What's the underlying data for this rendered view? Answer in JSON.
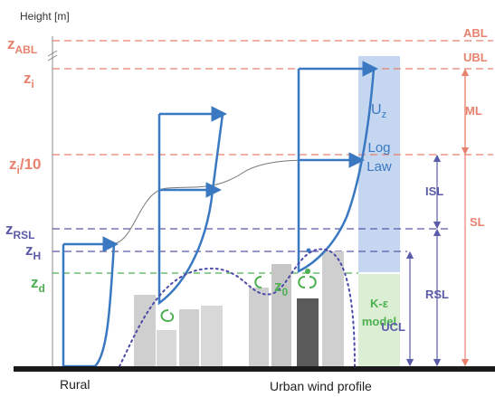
{
  "axis": {
    "y_label": "Height [m]",
    "x_label_rural": "Rural",
    "x_label_urban": "Urban wind profile"
  },
  "heights": {
    "z_abl": {
      "main": "z",
      "sub": "ABL"
    },
    "z_i": {
      "main": "z",
      "sub": "i"
    },
    "z_i_10": {
      "main": "z",
      "sub": "i",
      "suffix": "/10"
    },
    "z_rsl": {
      "main": "z",
      "sub": "RSL"
    },
    "z_h": {
      "main": "z",
      "sub": "H"
    },
    "z_d": {
      "main": "z",
      "sub": "d"
    },
    "z_0": {
      "main": "z",
      "sub": "0"
    }
  },
  "layers": {
    "abl": "ABL",
    "ubl": "UBL",
    "ml": "ML",
    "sl": "SL",
    "isl": "ISL",
    "rsl": "RSL",
    "ucl": "UCL"
  },
  "boxes": {
    "uz_main": "U",
    "uz_sub": "z",
    "log_law_line1": "Log",
    "log_law_line2": "Law",
    "k_eps_line1": "K-ε",
    "k_eps_line2": "model"
  },
  "colors": {
    "abl_line": "#e8826e",
    "rsl_line": "#5b5aa8",
    "zd_line": "#4caf50",
    "profile": "#3a78c2",
    "dotted": "#4b4aa8",
    "log_box": "#c5d7f0",
    "k_box": "#dcefd4",
    "sl_text": "#e8826e",
    "ground": "#1a1a1a"
  }
}
